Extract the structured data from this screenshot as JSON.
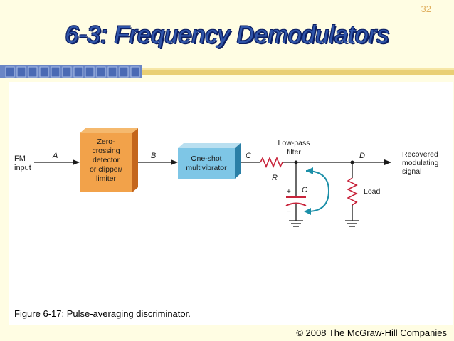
{
  "slide": {
    "number": "32",
    "title": "6-3: Frequency Demodulators",
    "caption": "Figure 6-17: Pulse-averaging discriminator.",
    "copyright": "© 2008 The McGraw-Hill Companies"
  },
  "diagram": {
    "input_label": [
      "FM",
      "input"
    ],
    "node_a": "A",
    "node_b": "B",
    "node_c1": "C",
    "node_c2": "C",
    "node_d": "D",
    "node_r": "R",
    "block1_lines": [
      "Zero-",
      "crossing",
      "detector",
      "or clipper/",
      "limiter"
    ],
    "block2_lines": [
      "One-shot",
      "multivibrator"
    ],
    "filter_label": [
      "Low-pass",
      "filter"
    ],
    "load_label": "Load",
    "output_label": [
      "Recovered",
      "modulating",
      "signal"
    ],
    "cap_plus": "+",
    "cap_minus": "−"
  }
}
